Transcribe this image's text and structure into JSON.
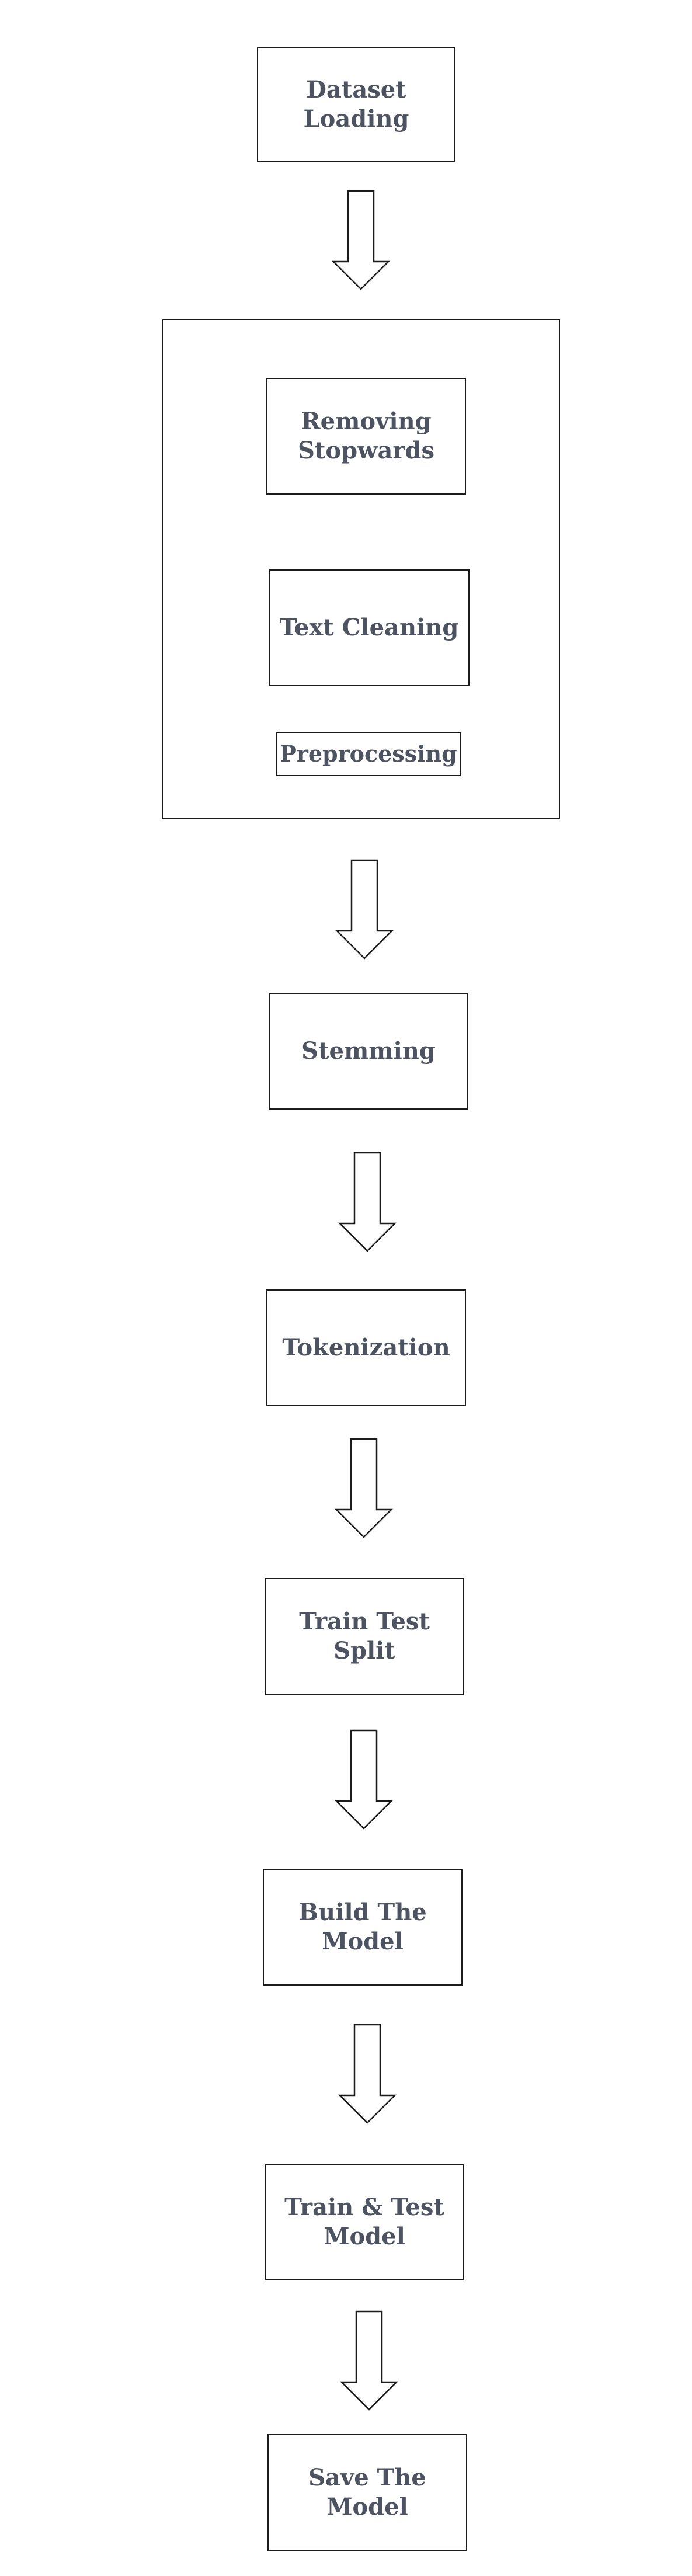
{
  "diagram": {
    "nodes": {
      "dataset_loading": "Dataset Loading",
      "removing_stopwards": "Removing Stopwards",
      "text_cleaning": "Text Cleaning",
      "preprocessing": "Preprocessing",
      "stemming": "Stemming",
      "tokenization": "Tokenization",
      "train_test_split": "Train Test Split",
      "build_the_model": "Build The Model",
      "train_test_model": "Train & Test Model",
      "save_the_model": "Save The Model"
    },
    "edges": [
      [
        "dataset_loading",
        "preprocessing"
      ],
      [
        "preprocessing",
        "stemming"
      ],
      [
        "stemming",
        "tokenization"
      ],
      [
        "tokenization",
        "train_test_split"
      ],
      [
        "train_test_split",
        "build_the_model"
      ],
      [
        "build_the_model",
        "train_test_model"
      ],
      [
        "train_test_model",
        "save_the_model"
      ]
    ]
  }
}
